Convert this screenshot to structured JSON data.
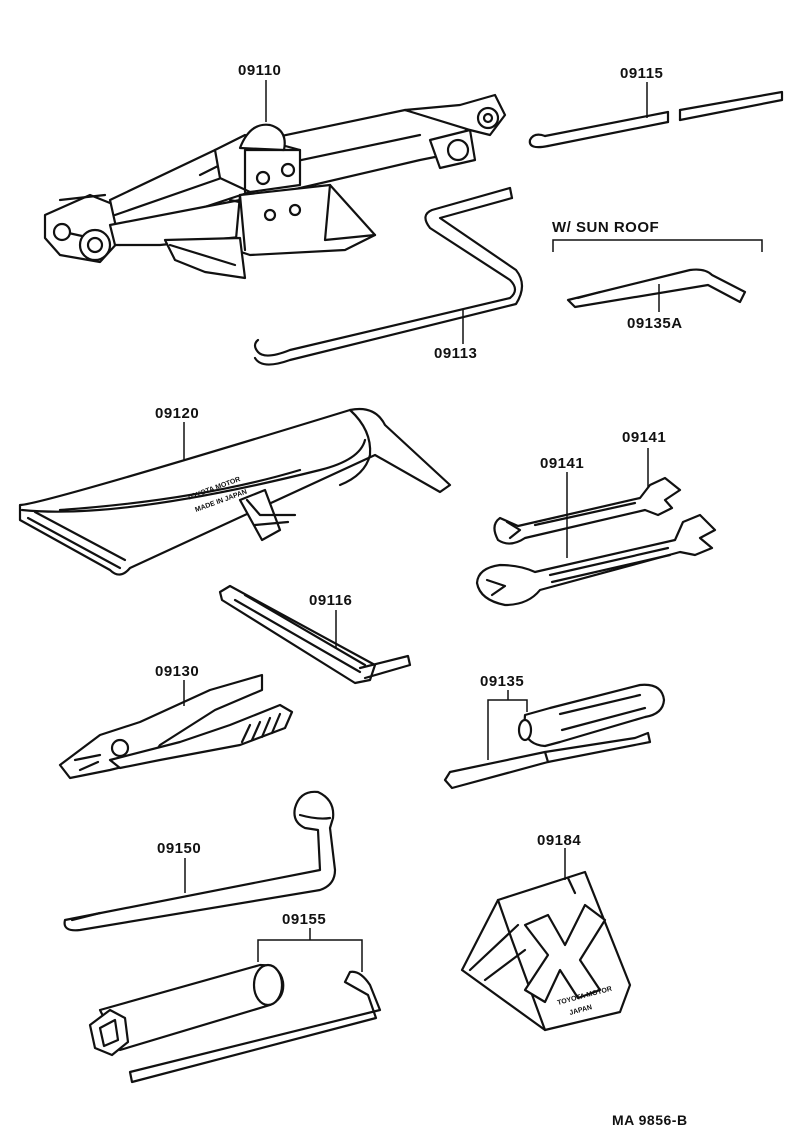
{
  "parts": {
    "jack": "09110",
    "hook_rod": "09115",
    "jack_handle": "09113",
    "tool_bag": "09120",
    "wrench_small": "09141",
    "wrench_large": "09141",
    "extension_bar": "09116",
    "pliers": "09130",
    "screwdriver": "09135",
    "lug_wrench": "09150",
    "plug_wrench": "09155",
    "wheel_chock": "09184",
    "sunroof_wrench": "09135A"
  },
  "group_labels": {
    "sun_roof": "W/ SUN  ROOF"
  },
  "imprints": {
    "bag_line1": "TOYOTA MOTOR",
    "bag_line2": "MADE IN JAPAN",
    "chock_line1": "TOYOTA MOTOR",
    "chock_line2": "JAPAN"
  },
  "drawing_id": "MA  9856-B"
}
